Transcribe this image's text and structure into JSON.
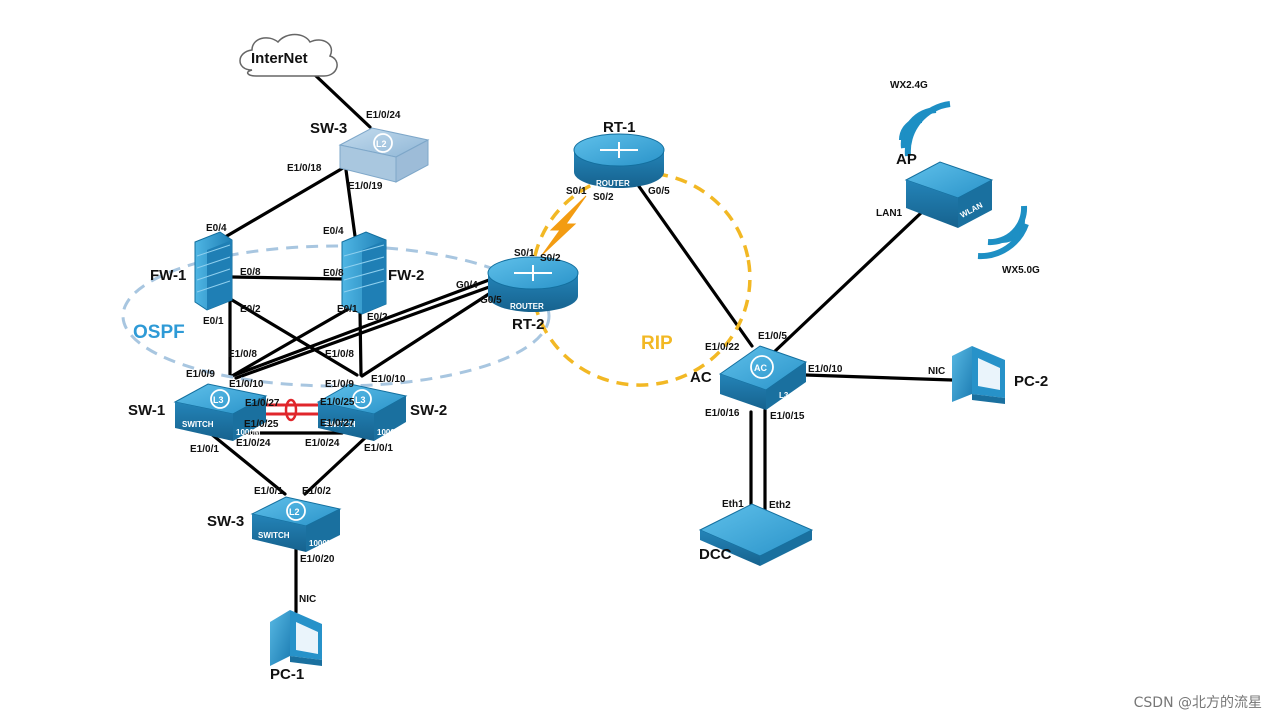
{
  "diagram": {
    "internet": "InterNet",
    "ospf": "OSPF",
    "rip": "RIP",
    "devices": {
      "sw3_top": "SW-3",
      "fw1": "FW-1",
      "fw2": "FW-2",
      "sw1": "SW-1",
      "sw2": "SW-2",
      "sw3_bottom": "SW-3",
      "pc1": "PC-1",
      "rt1": "RT-1",
      "rt2": "RT-2",
      "ac": "AC",
      "ap": "AP",
      "pc2": "PC-2",
      "dcc": "DCC"
    },
    "icon_labels": {
      "switch": "SWITCH",
      "speed": "1000M",
      "router": "ROUTER",
      "wlan": "WLAN",
      "l2": "L2",
      "l3": "L3",
      "ac": "AC"
    },
    "ports": {
      "sw3t_e1024": "E1/0/24",
      "sw3t_e1018": "E1/0/18",
      "sw3t_e1019": "E1/0/19",
      "fw1_e04": "E0/4",
      "fw1_e08": "E0/8",
      "fw1_e02": "E0/2",
      "fw1_e01": "E0/1",
      "fw2_e04": "E0/4",
      "fw2_e08": "E0/8",
      "fw2_e01": "E0/1",
      "fw2_e02": "E0/2",
      "sw1_e108": "E1/0/8",
      "sw1_e109": "E1/0/9",
      "sw1_e1010": "E1/0/10",
      "sw1_e1027": "E1/0/27",
      "sw1_e1025": "E1/0/25",
      "sw1_e1024": "E1/0/24",
      "sw1_e101": "E1/0/1",
      "sw2_e108": "E1/0/8",
      "sw2_e109": "E1/0/9",
      "sw2_e1010": "E1/0/10",
      "sw2_e1025": "E1/0/25",
      "sw2_e1027": "E1/0/27",
      "sw2_e1024": "E1/0/24",
      "sw2_e101": "E1/0/1",
      "sw3b_e101": "E1/0/1",
      "sw3b_e102": "E1/0/2",
      "sw3b_e1020": "E1/0/20",
      "pc1_nic": "NIC",
      "rt1_s01": "S0/1",
      "rt1_s02": "S0/2",
      "rt1_g05": "G0/5",
      "rt2_s01": "S0/1",
      "rt2_s02": "S0/2",
      "rt2_g04": "G0/4",
      "rt2_g05": "G0/5",
      "ac_e1022": "E1/0/22",
      "ac_e105": "E1/0/5",
      "ac_e1010": "E1/0/10",
      "ac_e1016": "E1/0/16",
      "ac_e1015": "E1/0/15",
      "ap_lan1": "LAN1",
      "pc2_nic": "NIC",
      "dcc_eth1": "Eth1",
      "dcc_eth2": "Eth2"
    },
    "wifi": {
      "g24": "WX2.4G",
      "g50": "WX5.0G"
    }
  },
  "watermark": "CSDN @北方的流星",
  "colors": {
    "ospf": "#a8c6e0",
    "ospf_text": "#2e9ad6",
    "rip": "#f2b824",
    "rip_text": "#f2b824",
    "device": "#1d8fc4",
    "device_dark": "#136f9e",
    "link": "#000000",
    "lag": "#e0262b",
    "serial": "#f39c12"
  }
}
